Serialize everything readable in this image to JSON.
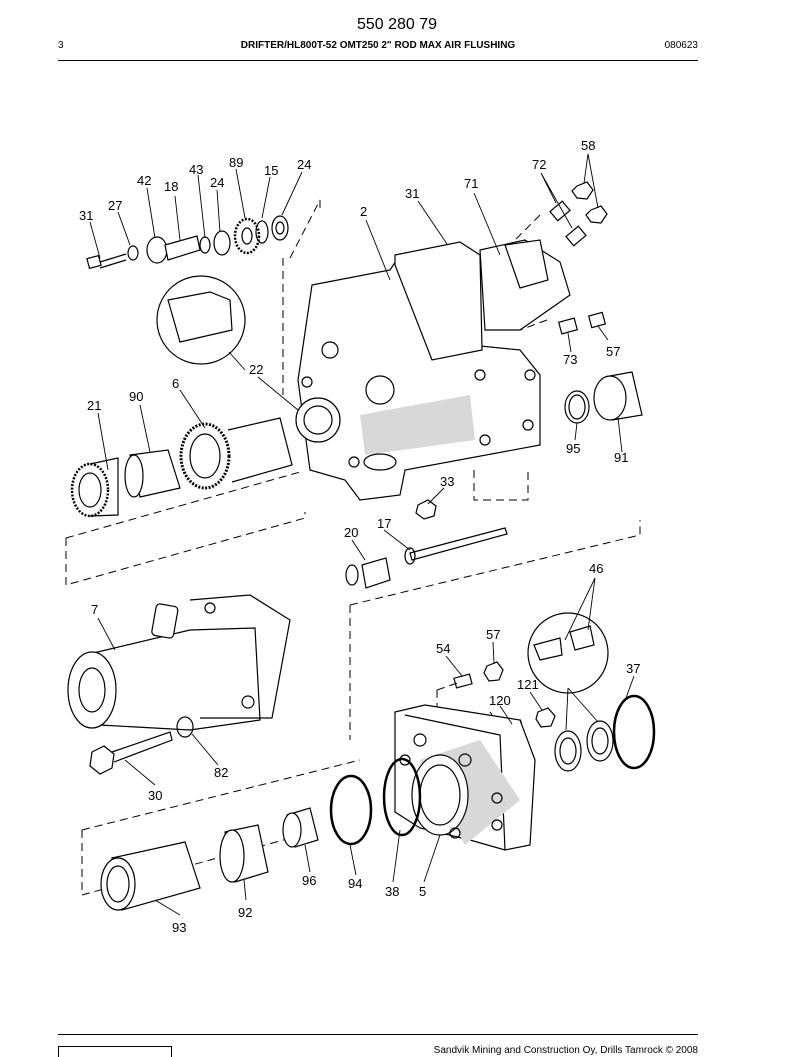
{
  "header": {
    "part_number": "550 280 79",
    "page": "3",
    "title": "DRIFTER/HL800T-52 OMT250 2\" ROD MAX AIR FLUSHING",
    "date_code": "080623"
  },
  "footer": {
    "copyright": "Sandvik Mining and Construction Oy, Drills Tamrock © 2008"
  },
  "callouts": [
    "58",
    "72",
    "71",
    "31",
    "2",
    "43",
    "89",
    "15",
    "24",
    "42",
    "18",
    "24",
    "27",
    "31",
    "22",
    "6",
    "90",
    "21",
    "73",
    "57",
    "95",
    "91",
    "33",
    "17",
    "20",
    "46",
    "7",
    "57",
    "54",
    "121",
    "37",
    "120",
    "82",
    "30",
    "96",
    "94",
    "38",
    "5",
    "92",
    "93"
  ]
}
